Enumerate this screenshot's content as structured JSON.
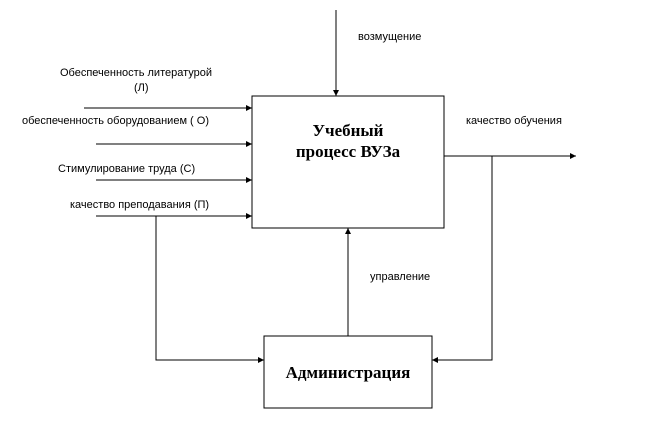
{
  "process": {
    "line1": "Учебный",
    "line2": "процесс ВУЗа"
  },
  "admin": {
    "label": "Администрация"
  },
  "labels": {
    "disturbance": "возмущение",
    "literature_1": "Обеспеченность литературой",
    "literature_2": "(Л)",
    "equipment": "обеспеченность оборудованием ( О)",
    "stimulation": "Стимулирование  труда (С)",
    "teaching": "качество преподавания (П)",
    "output": "качество обучения",
    "control": "управление"
  }
}
